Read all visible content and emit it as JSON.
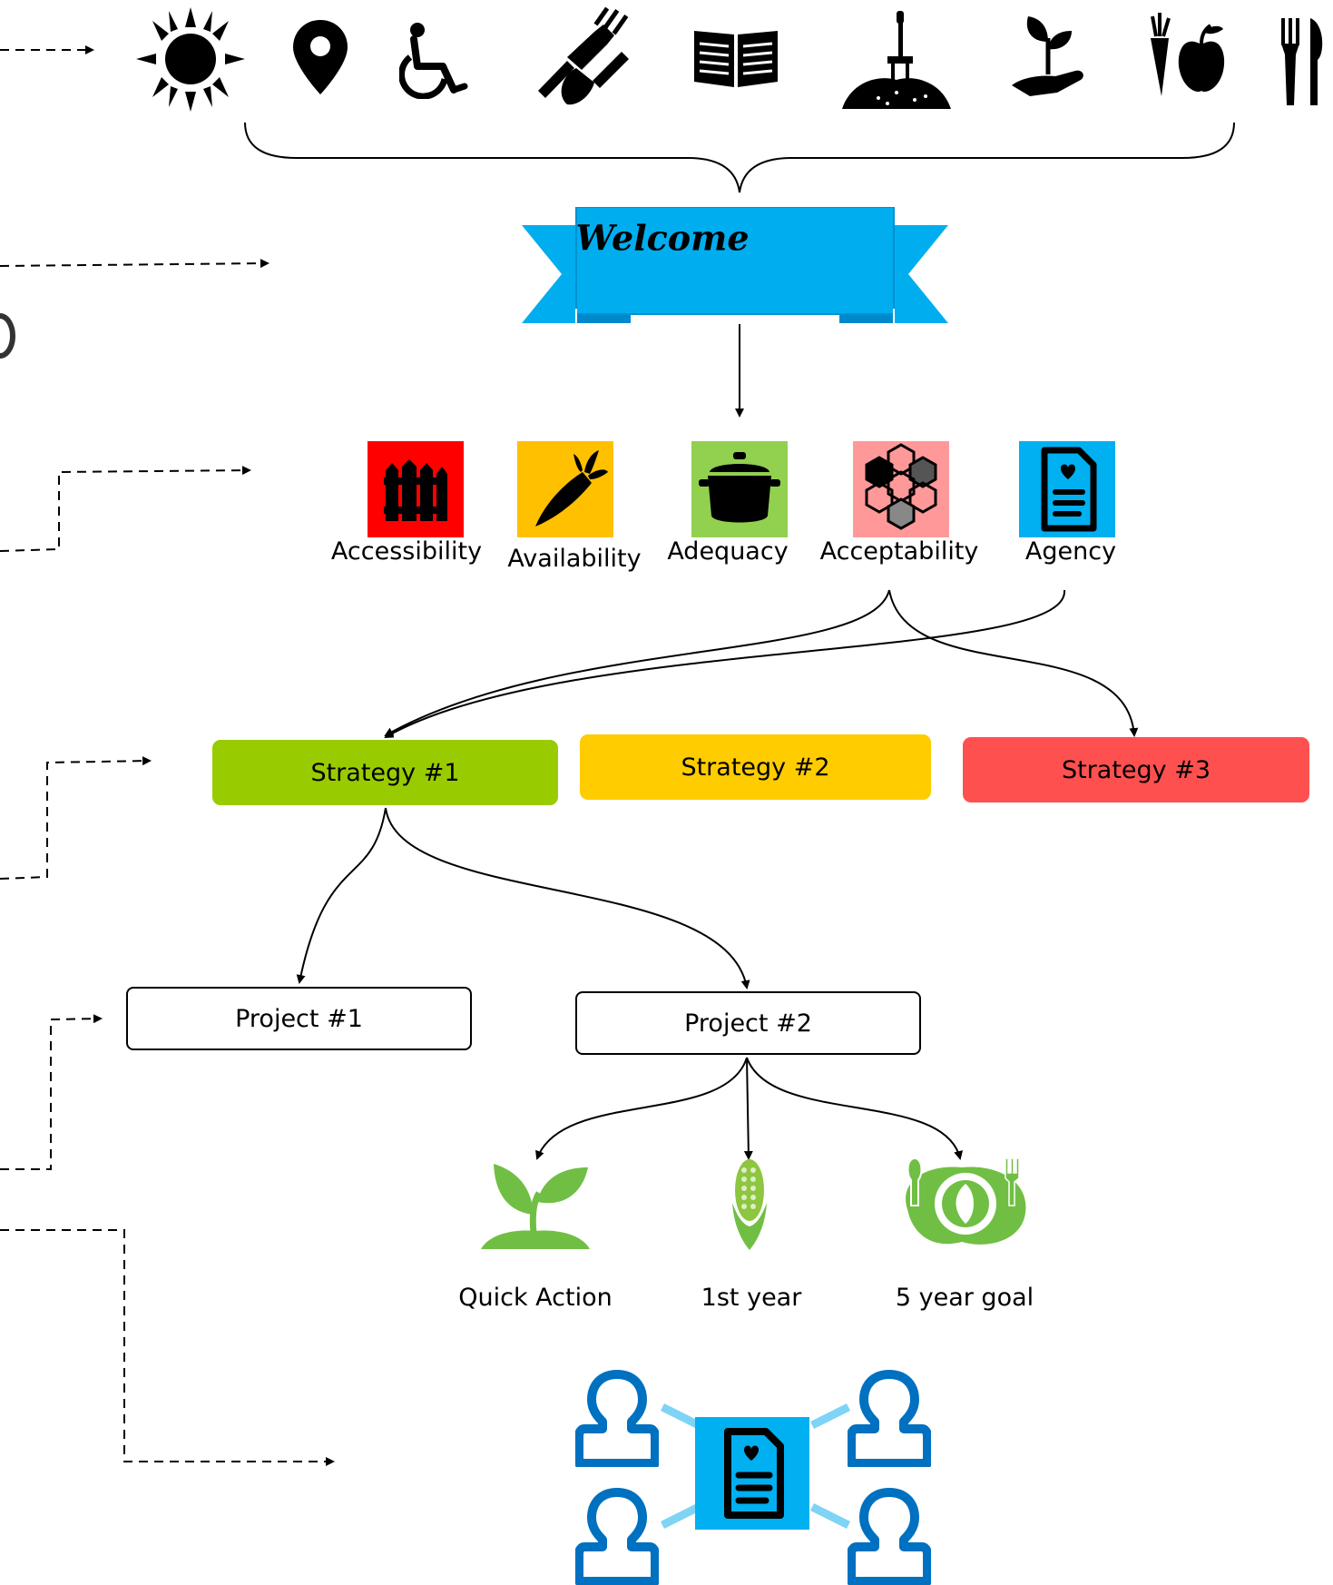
{
  "welcome": {
    "text": "Welcome",
    "color": "#00aeef"
  },
  "top_icons": [
    "sun-icon",
    "map-pin-icon",
    "wheelchair-icon",
    "garden-tools-icon",
    "open-book-icon",
    "soil-fork-icon",
    "seedling-hand-icon",
    "carrot-apple-icon",
    "fork-knife-icon"
  ],
  "categories": [
    {
      "label": "Accessibility",
      "icon": "fence-icon",
      "bg": "#ff0000"
    },
    {
      "label": "Availability",
      "icon": "carrot-icon",
      "bg": "#ffc000"
    },
    {
      "label": "Adequacy",
      "icon": "pot-icon",
      "bg": "#92d050"
    },
    {
      "label": "Acceptability",
      "icon": "hexagons-icon",
      "bg": "#ff9999"
    },
    {
      "label": "Agency",
      "icon": "document-heart-icon",
      "bg": "#00b0f0"
    }
  ],
  "strategies": [
    {
      "label": "Strategy #1",
      "color": "#99cc00"
    },
    {
      "label": "Strategy #2",
      "color": "#ffcc00"
    },
    {
      "label": "Strategy #3",
      "color": "#ff5050"
    }
  ],
  "projects": [
    {
      "label": "Project #1"
    },
    {
      "label": "Project #2"
    }
  ],
  "timeline": [
    {
      "label": "Quick Action",
      "icon": "sprout-icon"
    },
    {
      "label": "1st year",
      "icon": "corn-icon"
    },
    {
      "label": "5 year goal",
      "icon": "plate-icon"
    }
  ],
  "collab": {
    "icon": "document-heart-icon",
    "people_icon": "person-icon"
  },
  "colors": {
    "green_icon": "#70bf44",
    "blue_people": "#0070c0",
    "light_blue": "#7fd3f5"
  }
}
